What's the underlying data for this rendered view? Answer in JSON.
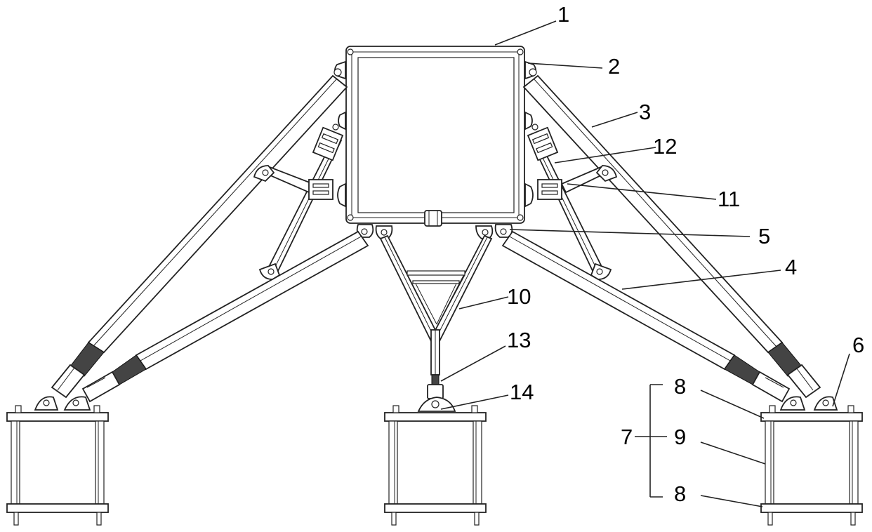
{
  "labels": {
    "l1": "1",
    "l2": "2",
    "l3": "3",
    "l4": "4",
    "l5": "5",
    "l6": "6",
    "l7": "7",
    "l8a": "8",
    "l9": "9",
    "l8b": "8",
    "l10": "10",
    "l11": "11",
    "l12": "12",
    "l13": "13",
    "l14": "14"
  },
  "colors": {
    "line": "#222222",
    "background": "#ffffff"
  }
}
